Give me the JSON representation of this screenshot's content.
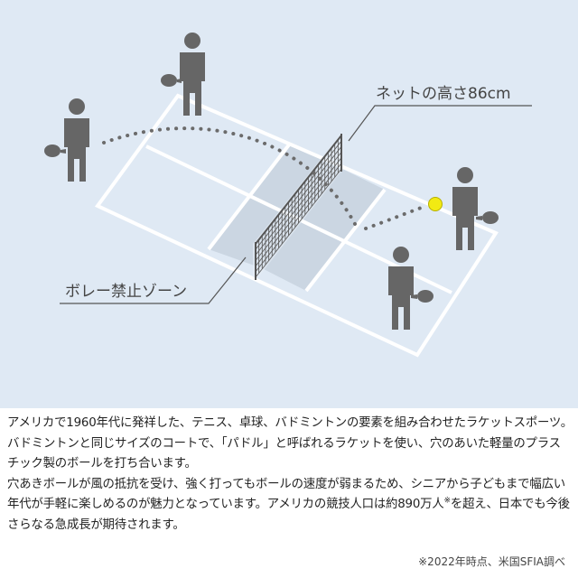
{
  "colors": {
    "background": "#dfe9f4",
    "court_line": "#ffffff",
    "kitchen_zone": "#cbd6e2",
    "figure": "#666666",
    "ball": "#f2ea13",
    "trajectory": "#6b6b6b",
    "leader_line": "#555555",
    "text": "#222222"
  },
  "diagram": {
    "net_height_label": "ネットの高さ86cm",
    "no_volley_zone_label": "ボレー禁止ゾーン",
    "icons": [
      "player-figure",
      "paddle-icon",
      "ball-icon",
      "net-icon"
    ]
  },
  "description": {
    "paragraph1": "アメリカで1960年代に発祥した、テニス、卓球、バドミントンの要素を組み合わせたラケットスポーツ。バドミントンと同じサイズのコートで、「パドル」と呼ばれるラケットを使い、穴のあいた軽量のプラスチック製のボールを打ち合います。",
    "paragraph2_main": "穴あきボールが風の抵抗を受け、強く打ってもボールの速度が弱まるため、シニアから子どもまで幅広い年代が手軽に楽しめるのが魅力となっています。アメリカの競技人口は約890万人",
    "paragraph2_mark": "※",
    "paragraph2_end": "を超え、日本でも今後さらなる急成長が期待されます。"
  },
  "footnote": "※2022年時点、米国SFIA調べ"
}
